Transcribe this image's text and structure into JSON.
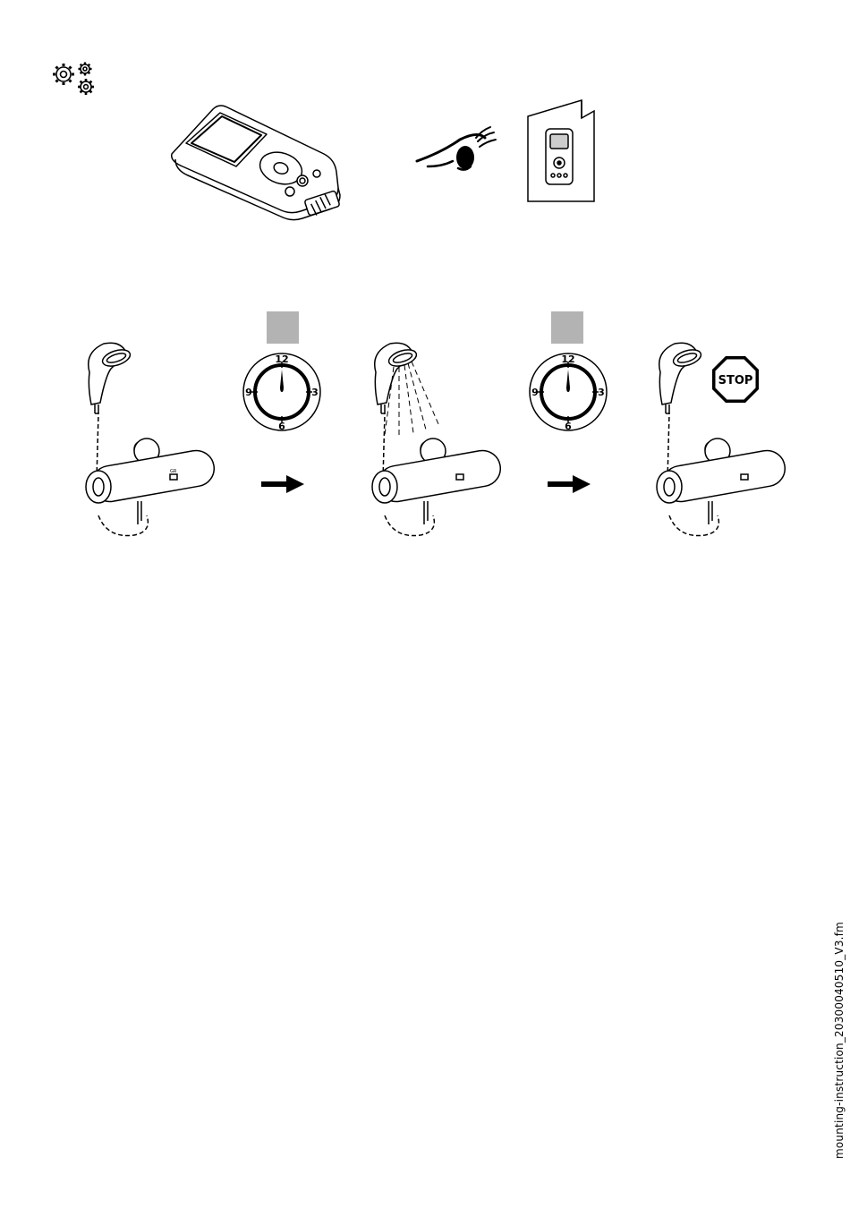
{
  "clock": {
    "n12": "12",
    "n3": "3",
    "n6": "6",
    "n9": "9"
  },
  "stop_sign": {
    "label": "STOP"
  },
  "footer": {
    "filename": "mounting-instruction_20300040510_V3.fm"
  },
  "icons": [
    "settings-gears-icon",
    "remote-control-device",
    "eye-icon",
    "manual-booklet-icon",
    "shower-mixer",
    "timer-clock-icon",
    "arrow-right-icon",
    "stop-sign-icon"
  ],
  "colors": {
    "ink": "#000000",
    "gray_box": "#b3b3b3"
  }
}
